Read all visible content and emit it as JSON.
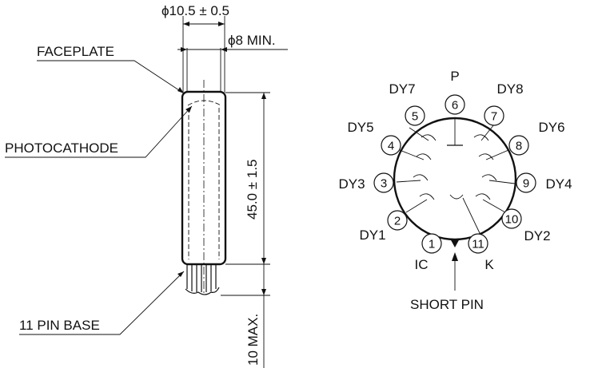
{
  "side_view": {
    "diameter_label": "ϕ10.5 ± 0.5",
    "min_diameter_label": "ϕ8 MIN.",
    "faceplate_label": "FACEPLATE",
    "photocathode_label": "PHOTOCATHODE",
    "length_label": "45.0 ± 1.5",
    "pin_base_label": "11 PIN BASE",
    "lead_length_label": "10 MAX."
  },
  "base_view": {
    "pins": [
      {
        "number": "1",
        "name": "IC"
      },
      {
        "number": "2",
        "name": "DY1"
      },
      {
        "number": "3",
        "name": "DY3"
      },
      {
        "number": "4",
        "name": "DY5"
      },
      {
        "number": "5",
        "name": "DY7"
      },
      {
        "number": "6",
        "name": "P"
      },
      {
        "number": "7",
        "name": "DY8"
      },
      {
        "number": "8",
        "name": "DY6"
      },
      {
        "number": "9",
        "name": "DY4"
      },
      {
        "number": "10",
        "name": "DY2"
      },
      {
        "number": "11",
        "name": "K"
      }
    ],
    "short_pin_label": "SHORT PIN"
  }
}
